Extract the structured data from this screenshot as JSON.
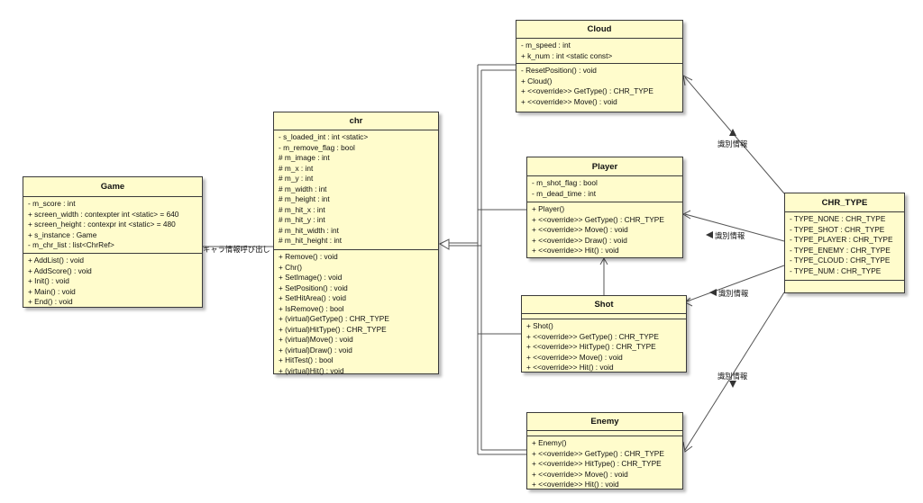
{
  "classes": {
    "game": {
      "name": "Game",
      "attributes": [
        "- m_score : int",
        "+ screen_width : contexpter int <static> = 640",
        "+ screen_height : contexpr int <static> = 480",
        "+ s_instance : Game",
        "- m_chr_list : list<ChrRef>"
      ],
      "operations": [
        "+ AddList() : void",
        "+ AddScore() : void",
        "+ Init() : void",
        "+ Main() : void",
        "+ End() : void"
      ]
    },
    "chr": {
      "name": "chr",
      "attributes": [
        "- s_loaded_int : int <static>",
        "- m_remove_flag : bool",
        "# m_image : int",
        "# m_x : int",
        "# m_y : int",
        "# m_width : int",
        "# m_height : int",
        "# m_hit_x : int",
        "# m_hit_y : int",
        "# m_hit_width : int",
        "# m_hit_height : int"
      ],
      "operations": [
        "+ Remove() : void",
        "+ Chr()",
        "+ SetImage() : void",
        "+ SetPosition() : void",
        "+ SetHitArea() : void",
        "+ IsRemove() : bool",
        "+ (virtual)GetType() : CHR_TYPE",
        "+ (virtual)HitType() : CHR_TYPE",
        "+ (virtual)Move() : void",
        "+ (virtual)Draw() : void",
        "+ HitTest() : bool",
        "+ (virtual)Hit() : void"
      ]
    },
    "cloud": {
      "name": "Cloud",
      "attributes": [
        "- m_speed : int",
        "+ k_num : int <static const>"
      ],
      "operations": [
        "- ResetPosition() : void",
        "+ Cloud()",
        "+ <<override>> GetType() : CHR_TYPE",
        "+ <<override>> Move() : void"
      ]
    },
    "player": {
      "name": "Player",
      "attributes": [
        "- m_shot_flag : bool",
        "- m_dead_time : int"
      ],
      "operations": [
        "+ Player()",
        "+ <<override>> GetType() : CHR_TYPE",
        "+ <<override>> Move() : void",
        "+ <<override>> Draw() : void",
        "+ <<override>> Hit() : void"
      ]
    },
    "shot": {
      "name": "Shot",
      "attributes": [],
      "operations": [
        "+ Shot()",
        "+ <<override>> GetType() : CHR_TYPE",
        "+ <<override>> HitType() : CHR_TYPE",
        "+ <<override>> Move() : void",
        "+ <<override>> Hit() : void"
      ]
    },
    "enemy": {
      "name": "Enemy",
      "attributes": [],
      "operations": [
        "+ Enemy()",
        "+ <<override>> GetType() : CHR_TYPE",
        "+ <<override>> HitType() : CHR_TYPE",
        "+ <<override>> Move() : void",
        "+ <<override>> Hit() : void"
      ]
    },
    "chr_type": {
      "name": "CHR_TYPE",
      "attributes": [
        "- TYPE_NONE : CHR_TYPE",
        "- TYPE_SHOT : CHR_TYPE",
        "- TYPE_PLAYER : CHR_TYPE",
        "- TYPE_ENEMY : CHR_TYPE",
        "- TYPE_CLOUD : CHR_TYPE",
        "- TYPE_NUM : CHR_TYPE"
      ],
      "operations": []
    }
  },
  "relations": {
    "game_chr_label": "キャラ情報呼び出し",
    "identification_label_cloud": "識別情報",
    "identification_label_player": "識別情報",
    "identification_label_shot": "識別情報",
    "identification_label_enemy": "識別情報"
  },
  "colors": {
    "class_fill": "#fffccc",
    "border": "#3a3a3a",
    "line": "#555555"
  }
}
